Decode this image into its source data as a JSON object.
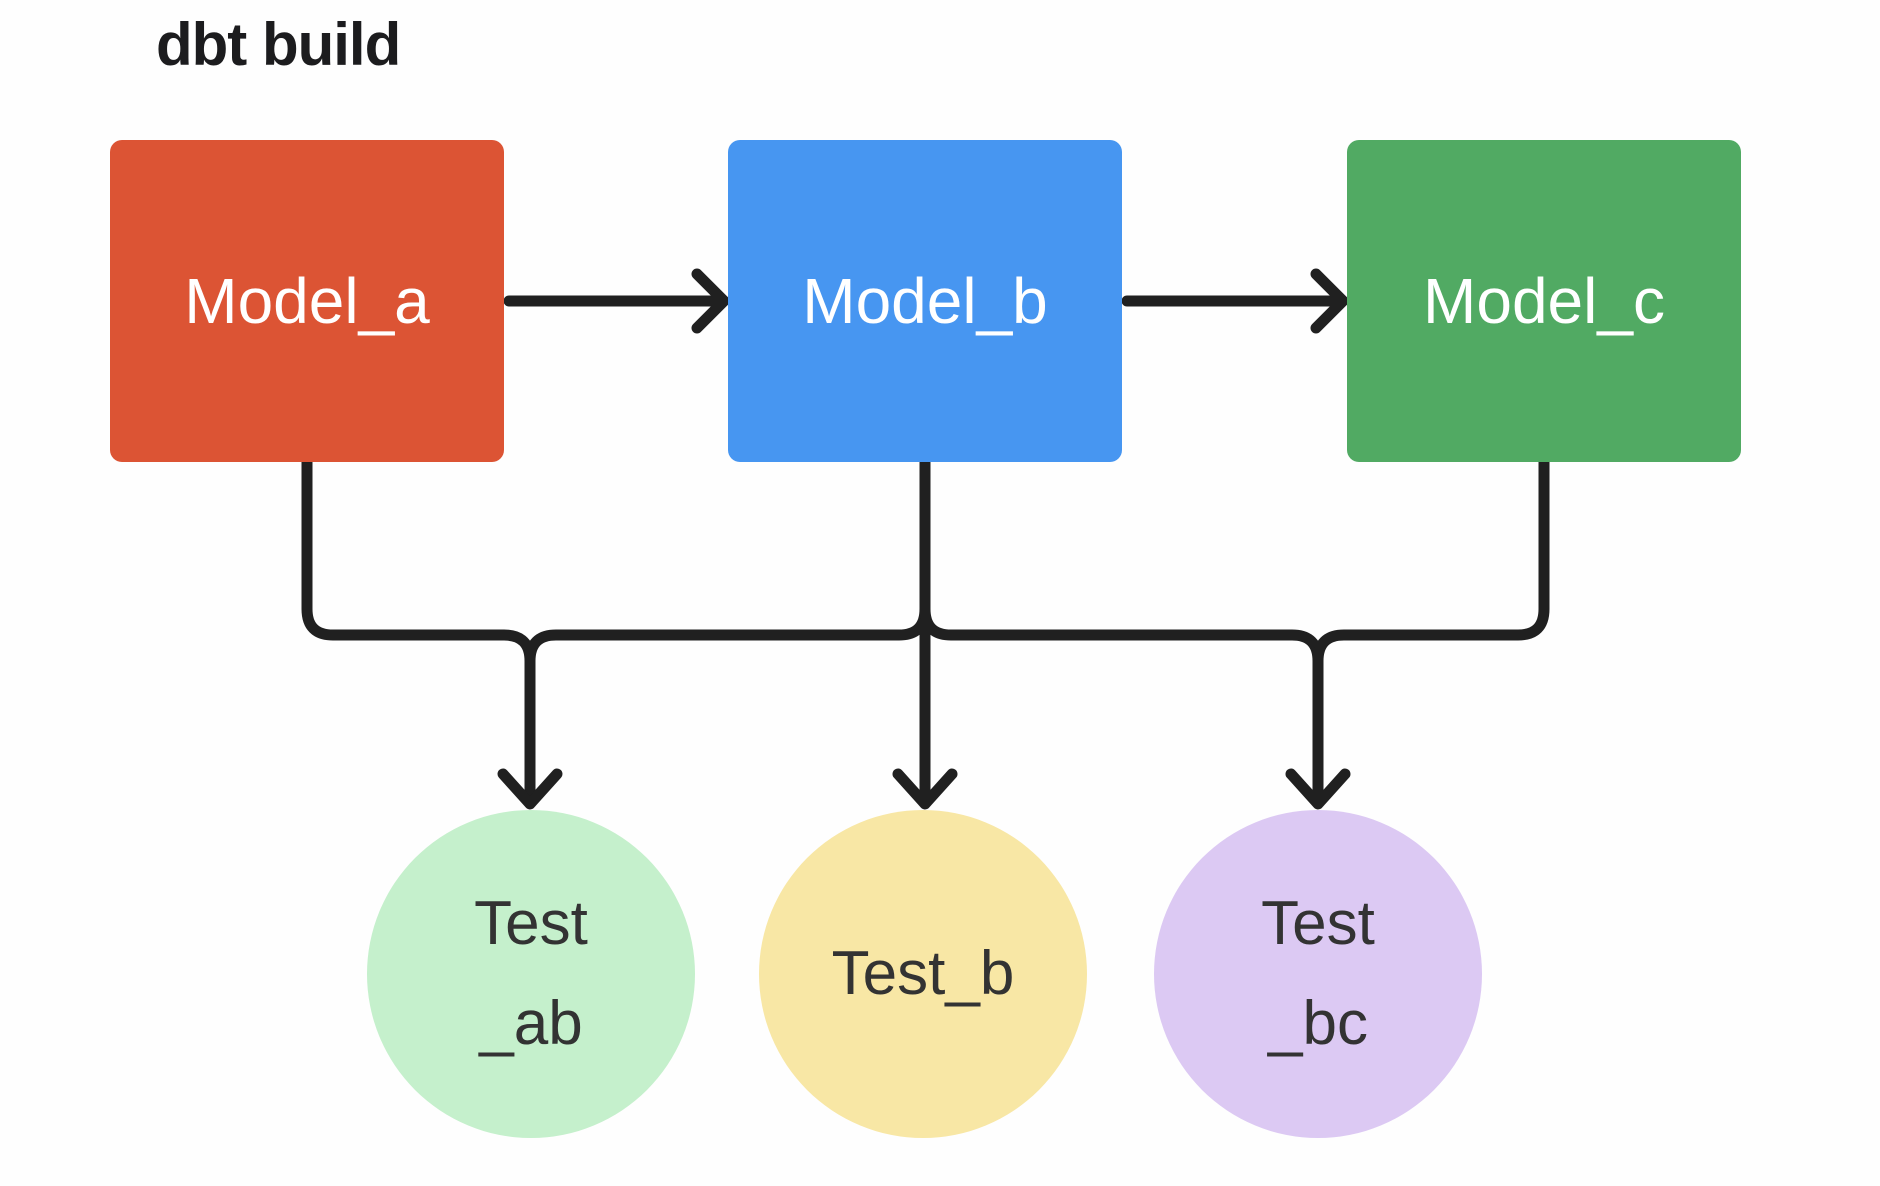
{
  "title": "dbt build",
  "colors": {
    "background": "#fefefe",
    "connector": "#202020",
    "title_text": "#1c1c1e",
    "model_text": "#ffffff",
    "test_text": "#333333"
  },
  "models": [
    {
      "id": "model_a",
      "label": "Model_a",
      "color": "#dc5434"
    },
    {
      "id": "model_b",
      "label": "Model_b",
      "color": "#4796f1"
    },
    {
      "id": "model_c",
      "label": "Model_c",
      "color": "#51aa63"
    }
  ],
  "tests": [
    {
      "id": "test_ab",
      "label_lines": [
        "Test",
        "_ab"
      ],
      "color": "#c5f0cc"
    },
    {
      "id": "test_b",
      "label_lines": [
        "Test_b"
      ],
      "color": "#f8e7a5"
    },
    {
      "id": "test_bc",
      "label_lines": [
        "Test",
        "_bc"
      ],
      "color": "#dcc9f3"
    }
  ],
  "edges": [
    {
      "from": "model_a",
      "to": "model_b"
    },
    {
      "from": "model_b",
      "to": "model_c"
    },
    {
      "from": "model_a",
      "to": "test_ab"
    },
    {
      "from": "model_b",
      "to": "test_ab"
    },
    {
      "from": "model_b",
      "to": "test_b"
    },
    {
      "from": "model_b",
      "to": "test_bc"
    },
    {
      "from": "model_c",
      "to": "test_bc"
    }
  ]
}
